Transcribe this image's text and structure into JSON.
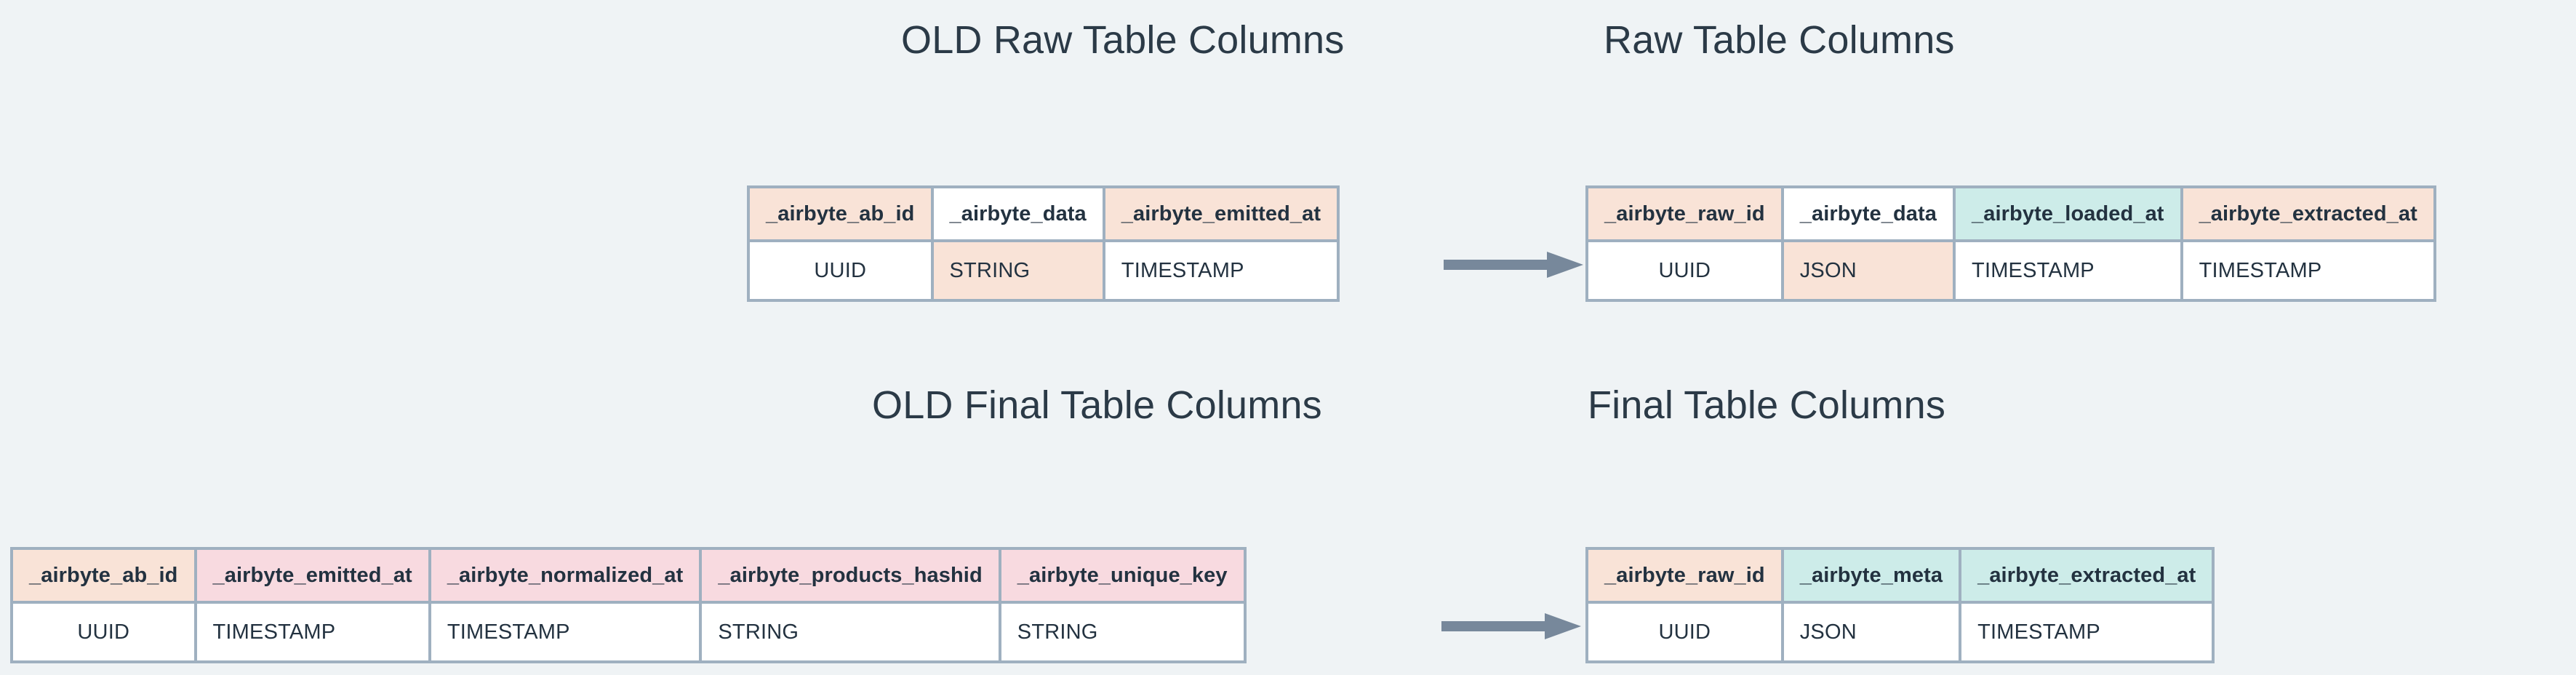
{
  "background_color": "#eff3f5",
  "palette": {
    "peach": "#f9e3d7",
    "pink": "#f8dae0",
    "teal": "#cdece9",
    "white": "#ffffff",
    "border": "#9fb0c0",
    "text": "#233240",
    "title_text": "#2b3a47",
    "arrow": "#77889b"
  },
  "titles": {
    "old_raw": "OLD Raw Table Columns",
    "new_raw": "Raw Table Columns",
    "old_final": "OLD Final Table Columns",
    "new_final": "Final Table Columns"
  },
  "arrows": {
    "raw_arrow_name": "raw-transition-arrow",
    "final_arrow_name": "final-transition-arrow"
  },
  "tables": {
    "old_raw": {
      "caption": "OLD Raw Table Columns",
      "columns": [
        {
          "name": "_airbyte_ab_id",
          "type": "UUID",
          "header_fill": "peach",
          "cell_fill": "white"
        },
        {
          "name": "_airbyte_data",
          "type": "STRING",
          "header_fill": "white",
          "cell_fill": "peach"
        },
        {
          "name": "_airbyte_emitted_at",
          "type": "TIMESTAMP",
          "header_fill": "peach",
          "cell_fill": "white"
        }
      ]
    },
    "new_raw": {
      "caption": "Raw Table Columns",
      "columns": [
        {
          "name": "_airbyte_raw_id",
          "type": "UUID",
          "header_fill": "peach",
          "cell_fill": "white"
        },
        {
          "name": "_airbyte_data",
          "type": "JSON",
          "header_fill": "white",
          "cell_fill": "peach"
        },
        {
          "name": "_airbyte_loaded_at",
          "type": "TIMESTAMP",
          "header_fill": "teal",
          "cell_fill": "white"
        },
        {
          "name": "_airbyte_extracted_at",
          "type": "TIMESTAMP",
          "header_fill": "peach",
          "cell_fill": "white"
        }
      ]
    },
    "old_final": {
      "caption": "OLD Final Table Columns",
      "columns": [
        {
          "name": "_airbyte_ab_id",
          "type": "UUID",
          "header_fill": "peach",
          "cell_fill": "white"
        },
        {
          "name": "_airbyte_emitted_at",
          "type": "TIMESTAMP",
          "header_fill": "pink",
          "cell_fill": "white"
        },
        {
          "name": "_airbyte_normalized_at",
          "type": "TIMESTAMP",
          "header_fill": "pink",
          "cell_fill": "white"
        },
        {
          "name": "_airbyte_products_hashid",
          "type": "STRING",
          "header_fill": "pink",
          "cell_fill": "white"
        },
        {
          "name": "_airbyte_unique_key",
          "type": "STRING",
          "header_fill": "pink",
          "cell_fill": "white"
        }
      ]
    },
    "new_final": {
      "caption": "Final Table Columns",
      "columns": [
        {
          "name": "_airbyte_raw_id",
          "type": "UUID",
          "header_fill": "peach",
          "cell_fill": "white"
        },
        {
          "name": "_airbyte_meta",
          "type": "JSON",
          "header_fill": "teal",
          "cell_fill": "white"
        },
        {
          "name": "_airbyte_extracted_at",
          "type": "TIMESTAMP",
          "header_fill": "teal",
          "cell_fill": "white"
        }
      ]
    }
  }
}
